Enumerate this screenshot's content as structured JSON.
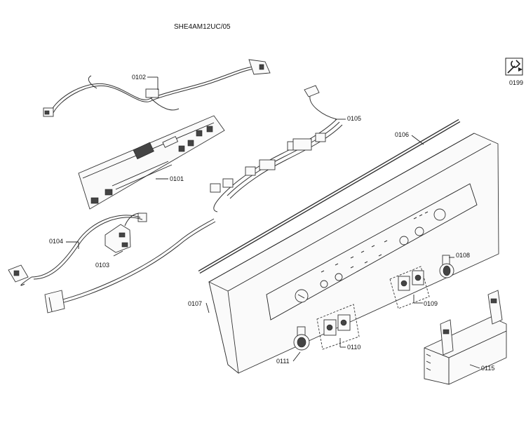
{
  "model": "SHE4AM12UC/05",
  "parts": {
    "p0101": "0101",
    "p0102": "0102",
    "p0103": "0103",
    "p0104": "0104",
    "p0105": "0105",
    "p0106": "0106",
    "p0107": "0107",
    "p0108": "0108",
    "p0109": "0109",
    "p0110": "0110",
    "p0111": "0111",
    "p0115": "0115",
    "p0199": "0199"
  },
  "icons": {
    "service_kit": "wrench-icon"
  }
}
